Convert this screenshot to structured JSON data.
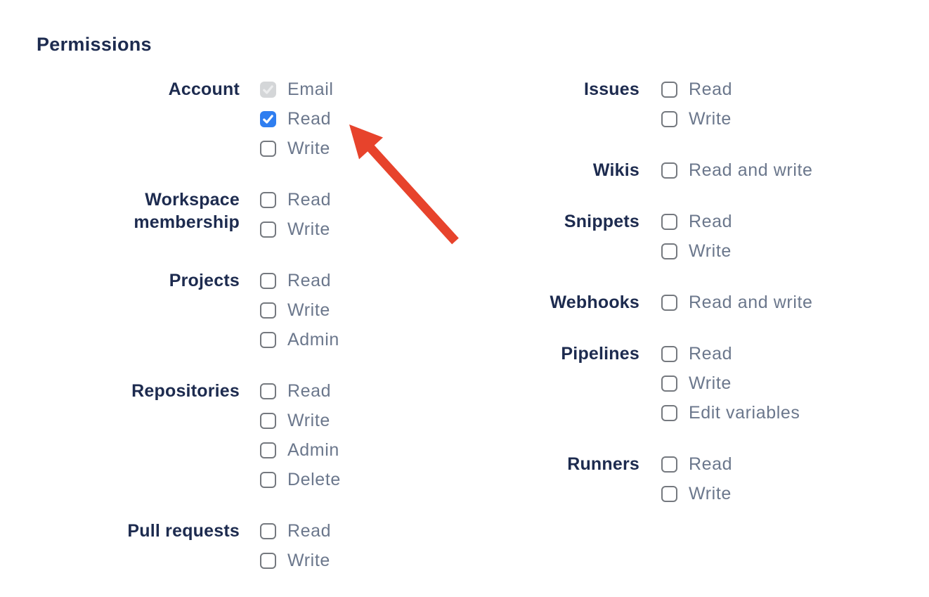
{
  "heading": "Permissions",
  "columns": [
    {
      "groups": [
        {
          "label": "Account",
          "options": [
            {
              "label": "Email",
              "state": "checked_disabled"
            },
            {
              "label": "Read",
              "state": "checked"
            },
            {
              "label": "Write",
              "state": "unchecked"
            }
          ]
        },
        {
          "label": "Workspace membership",
          "options": [
            {
              "label": "Read",
              "state": "unchecked"
            },
            {
              "label": "Write",
              "state": "unchecked"
            }
          ]
        },
        {
          "label": "Projects",
          "options": [
            {
              "label": "Read",
              "state": "unchecked"
            },
            {
              "label": "Write",
              "state": "unchecked"
            },
            {
              "label": "Admin",
              "state": "unchecked"
            }
          ]
        },
        {
          "label": "Repositories",
          "options": [
            {
              "label": "Read",
              "state": "unchecked"
            },
            {
              "label": "Write",
              "state": "unchecked"
            },
            {
              "label": "Admin",
              "state": "unchecked"
            },
            {
              "label": "Delete",
              "state": "unchecked"
            }
          ]
        },
        {
          "label": "Pull requests",
          "options": [
            {
              "label": "Read",
              "state": "unchecked"
            },
            {
              "label": "Write",
              "state": "unchecked"
            }
          ]
        }
      ]
    },
    {
      "groups": [
        {
          "label": "Issues",
          "options": [
            {
              "label": "Read",
              "state": "unchecked"
            },
            {
              "label": "Write",
              "state": "unchecked"
            }
          ]
        },
        {
          "label": "Wikis",
          "options": [
            {
              "label": "Read and write",
              "state": "unchecked"
            }
          ]
        },
        {
          "label": "Snippets",
          "options": [
            {
              "label": "Read",
              "state": "unchecked"
            },
            {
              "label": "Write",
              "state": "unchecked"
            }
          ]
        },
        {
          "label": "Webhooks",
          "options": [
            {
              "label": "Read and write",
              "state": "unchecked"
            }
          ]
        },
        {
          "label": "Pipelines",
          "options": [
            {
              "label": "Read",
              "state": "unchecked"
            },
            {
              "label": "Write",
              "state": "unchecked"
            },
            {
              "label": "Edit variables",
              "state": "unchecked"
            }
          ]
        },
        {
          "label": "Runners",
          "options": [
            {
              "label": "Read",
              "state": "unchecked"
            },
            {
              "label": "Write",
              "state": "unchecked"
            }
          ]
        }
      ]
    }
  ],
  "annotation_arrow": {
    "color": "#E7432C",
    "points_to": "account-read-checkbox"
  },
  "colors": {
    "heading": "#1D2B4F",
    "group_label": "#1D2B4F",
    "option_label": "#6B778C",
    "checkbox_border": "#75797F",
    "checkbox_checked_bg": "#2F7EF0",
    "checkbox_check": "#FFFFFF",
    "checkbox_disabled_bg": "#D4D6D8",
    "checkbox_disabled_check": "#ECEDEE",
    "arrow": "#E7432C"
  }
}
